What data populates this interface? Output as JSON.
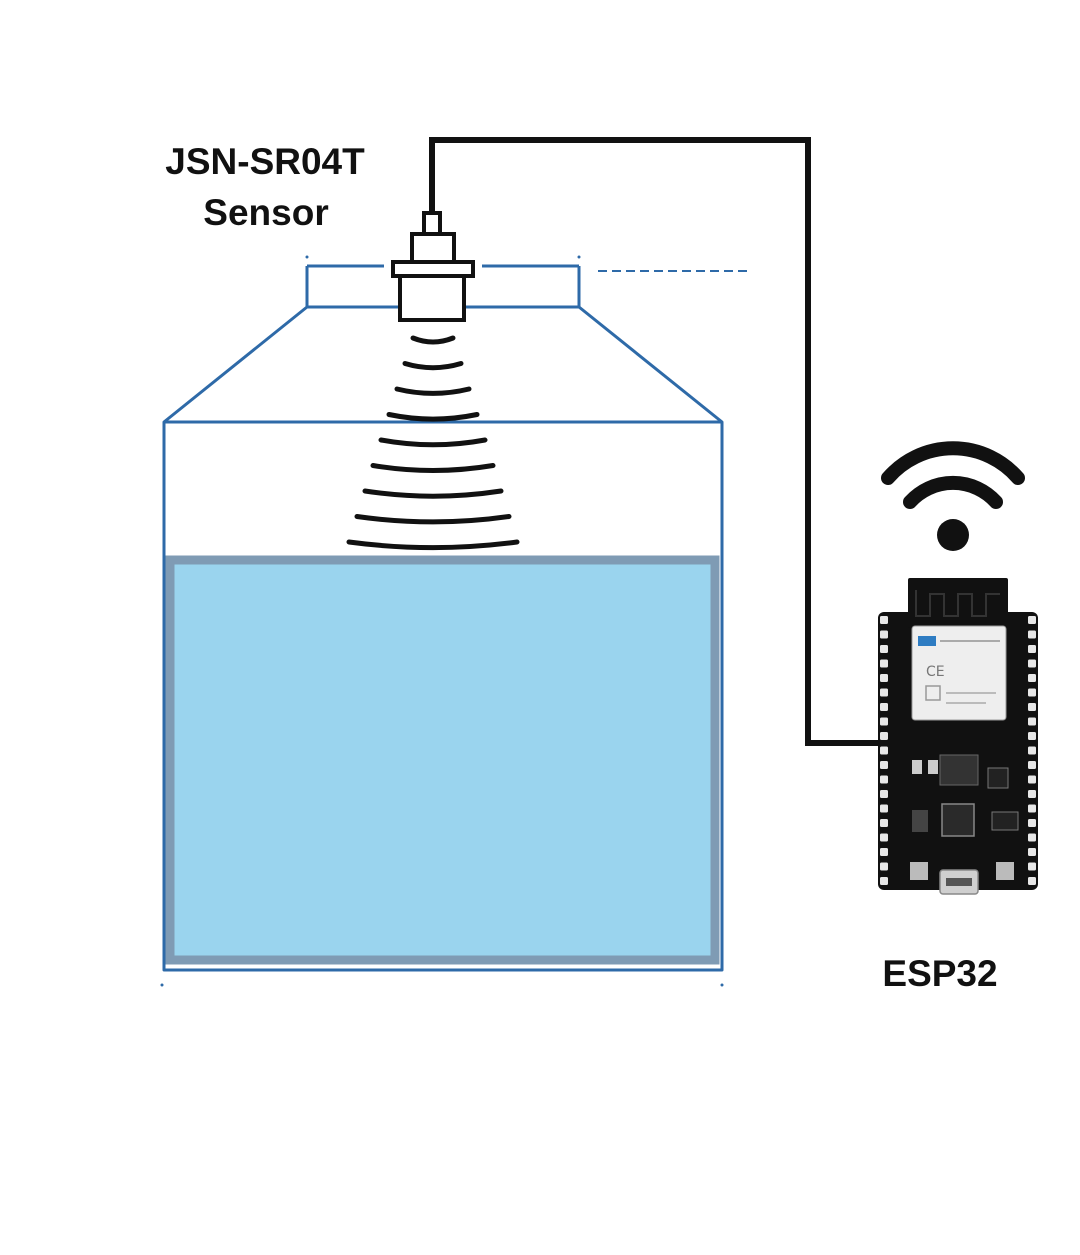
{
  "labels": {
    "sensor_line1": "JSN-SR04T",
    "sensor_line2": "Sensor",
    "board": "ESP32"
  },
  "colors": {
    "tank_outline": "#2e6aa8",
    "water_fill": "#9ad4ee",
    "water_border": "#7f9bb4",
    "wire": "#111111",
    "board": "#111111"
  },
  "icons": {
    "wireless": "wifi-icon",
    "sensor": "ultrasonic-sensor-icon",
    "waves": "ultrasonic-waves",
    "usb": "micro-usb-port"
  },
  "wave_count": 9
}
